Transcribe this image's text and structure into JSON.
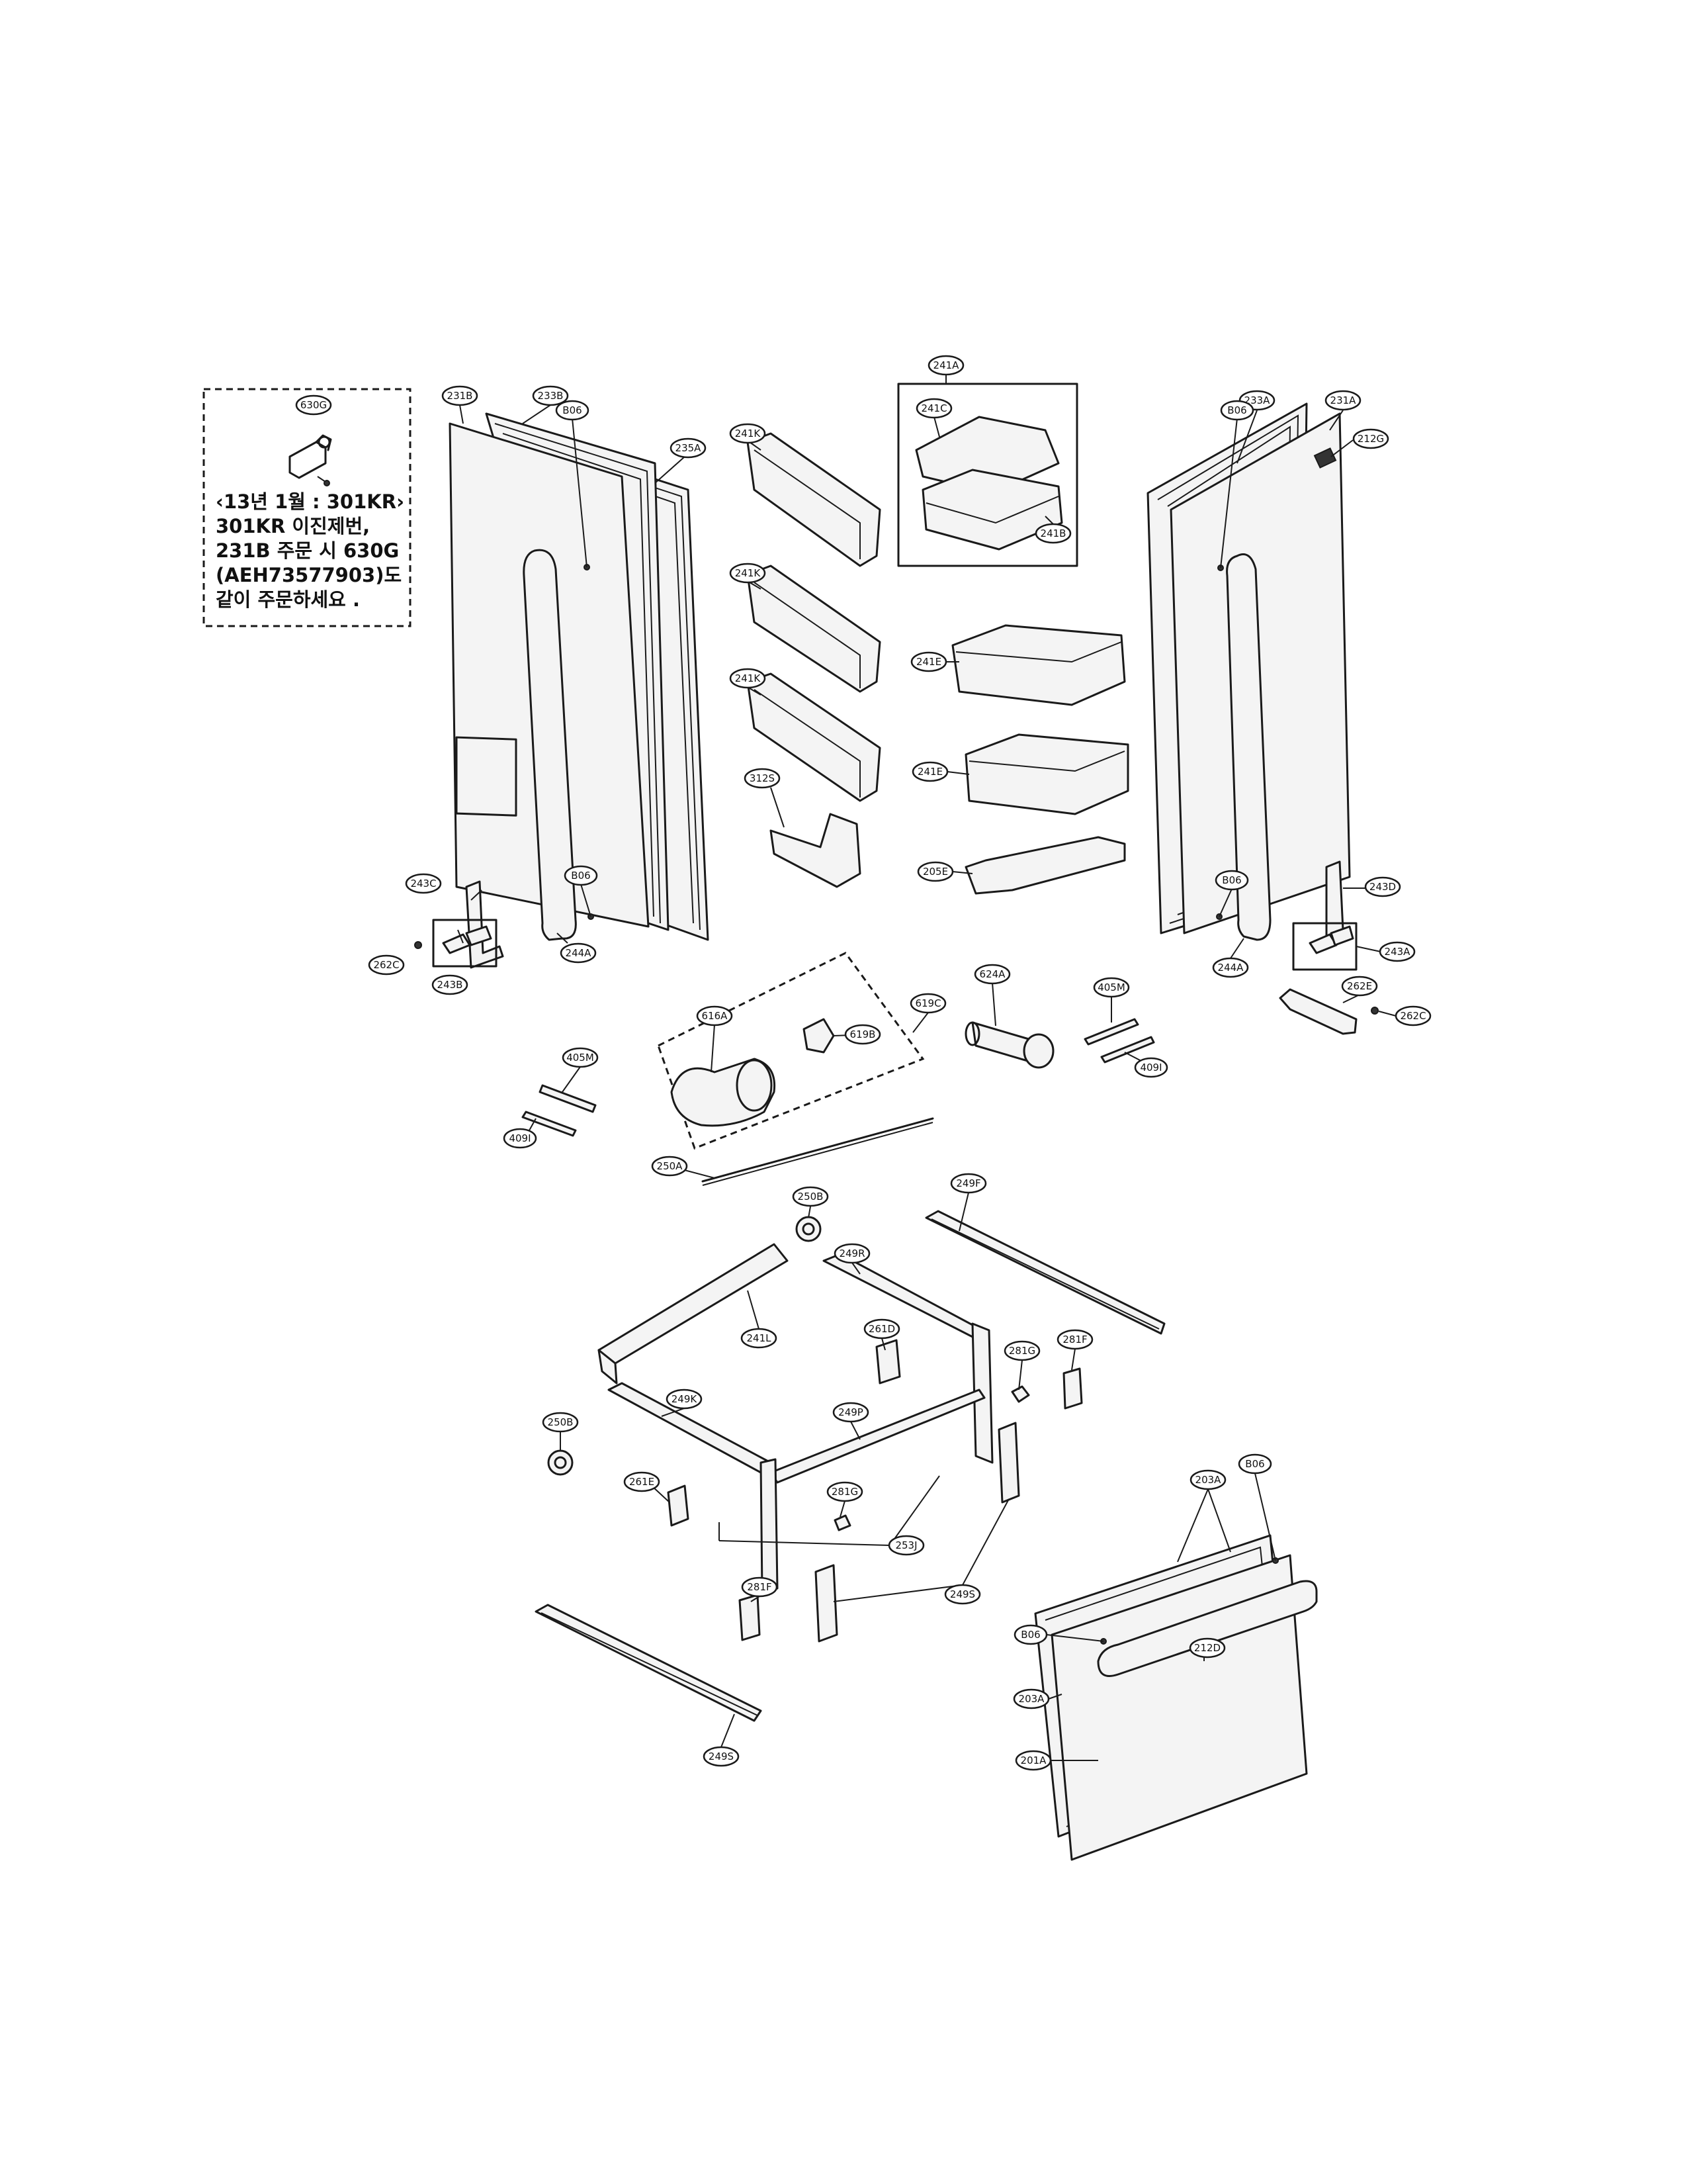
{
  "note": {
    "callout": "630G",
    "lines": [
      "‹13년 1월 : 301KR›",
      "301KR 이진제번,",
      "231B 주문 시 630G",
      "(AEH73577903)도",
      "같이 주문하세요 ."
    ]
  },
  "callouts": [
    {
      "id": "c-231b",
      "label": "231B"
    },
    {
      "id": "c-233b",
      "label": "233B"
    },
    {
      "id": "c-235a",
      "label": "235A"
    },
    {
      "id": "c-b06-lt",
      "label": "B06"
    },
    {
      "id": "c-b06-lb",
      "label": "B06"
    },
    {
      "id": "c-243c",
      "label": "243C"
    },
    {
      "id": "c-262c-l",
      "label": "262C"
    },
    {
      "id": "c-243b",
      "label": "243B"
    },
    {
      "id": "c-244a-l",
      "label": "244A"
    },
    {
      "id": "c-241k-1",
      "label": "241K"
    },
    {
      "id": "c-241k-2",
      "label": "241K"
    },
    {
      "id": "c-241k-3",
      "label": "241K"
    },
    {
      "id": "c-312s",
      "label": "312S"
    },
    {
      "id": "c-241a",
      "label": "241A"
    },
    {
      "id": "c-241c",
      "label": "241C"
    },
    {
      "id": "c-241b",
      "label": "241B"
    },
    {
      "id": "c-241e-1",
      "label": "241E"
    },
    {
      "id": "c-241e-2",
      "label": "241E"
    },
    {
      "id": "c-205e",
      "label": "205E"
    },
    {
      "id": "c-233a",
      "label": "233A"
    },
    {
      "id": "c-231a",
      "label": "231A"
    },
    {
      "id": "c-212g",
      "label": "212G"
    },
    {
      "id": "c-b06-rt",
      "label": "B06"
    },
    {
      "id": "c-b06-rb",
      "label": "B06"
    },
    {
      "id": "c-243d",
      "label": "243D"
    },
    {
      "id": "c-243a",
      "label": "243A"
    },
    {
      "id": "c-244a-r",
      "label": "244A"
    },
    {
      "id": "c-262e",
      "label": "262E"
    },
    {
      "id": "c-262c-r",
      "label": "262C"
    },
    {
      "id": "c-616a",
      "label": "616A"
    },
    {
      "id": "c-619b",
      "label": "619B"
    },
    {
      "id": "c-619c",
      "label": "619C"
    },
    {
      "id": "c-624a",
      "label": "624A"
    },
    {
      "id": "c-405m-r",
      "label": "405M"
    },
    {
      "id": "c-409i-r",
      "label": "409I"
    },
    {
      "id": "c-405m-l",
      "label": "405M"
    },
    {
      "id": "c-409i-l",
      "label": "409I"
    },
    {
      "id": "c-250a",
      "label": "250A"
    },
    {
      "id": "c-250b-t",
      "label": "250B"
    },
    {
      "id": "c-249f",
      "label": "249F"
    },
    {
      "id": "c-249r",
      "label": "249R"
    },
    {
      "id": "c-241l",
      "label": "241L"
    },
    {
      "id": "c-261d",
      "label": "261D"
    },
    {
      "id": "c-281g-t",
      "label": "281G"
    },
    {
      "id": "c-281f-t",
      "label": "281F"
    },
    {
      "id": "c-249k",
      "label": "249K"
    },
    {
      "id": "c-249p",
      "label": "249P"
    },
    {
      "id": "c-250b-l",
      "label": "250B"
    },
    {
      "id": "c-261e",
      "label": "261E"
    },
    {
      "id": "c-281g-b",
      "label": "281G"
    },
    {
      "id": "c-253j",
      "label": "253J"
    },
    {
      "id": "c-249s-m",
      "label": "249S"
    },
    {
      "id": "c-281f-b",
      "label": "281F"
    },
    {
      "id": "c-249s-b",
      "label": "249S"
    },
    {
      "id": "c-b06-dt",
      "label": "B06"
    },
    {
      "id": "c-203a-t",
      "label": "203A"
    },
    {
      "id": "c-b06-dm",
      "label": "B06"
    },
    {
      "id": "c-212d",
      "label": "212D"
    },
    {
      "id": "c-203a-l",
      "label": "203A"
    },
    {
      "id": "c-201a",
      "label": "201A"
    }
  ]
}
